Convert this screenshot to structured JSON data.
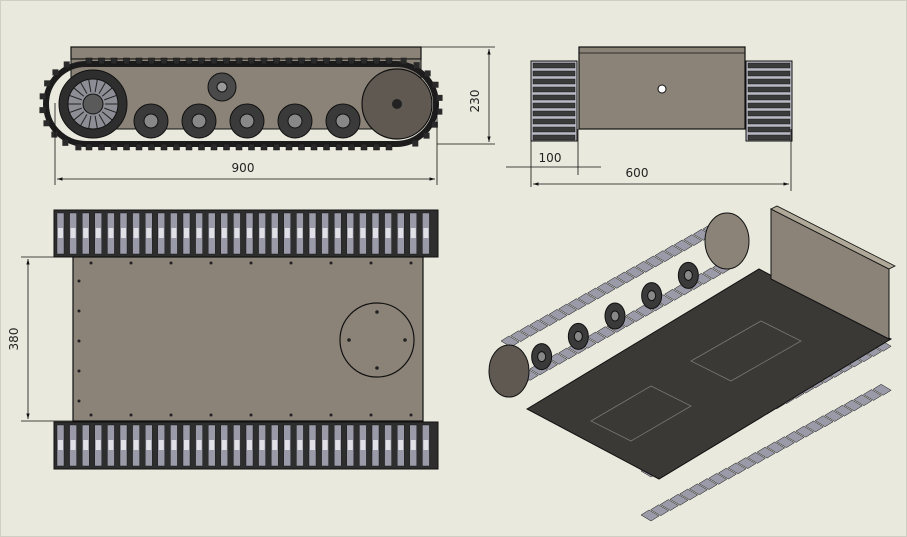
{
  "dimensions": {
    "length": "900",
    "height": "230",
    "track_width": "100",
    "width": "600",
    "inner_width": "380"
  },
  "colors": {
    "background": "#e9e9dd",
    "body": "#8b8378",
    "body_dark": "#5f5952",
    "track": "#2e2e2e",
    "track_light": "#b9b9c4",
    "line": "#111111"
  },
  "views": {
    "side": "side-elevation",
    "end": "end-elevation",
    "top": "plan-view",
    "iso": "isometric-view"
  }
}
